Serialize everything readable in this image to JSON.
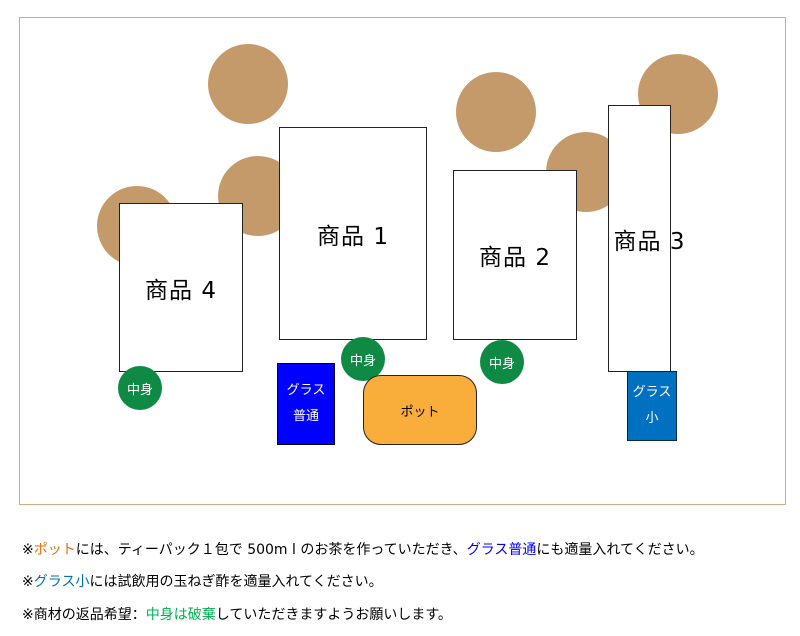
{
  "products": [
    {
      "id": "4",
      "label": "商品 4"
    },
    {
      "id": "1",
      "label": "商品 1"
    },
    {
      "id": "2",
      "label": "商品 2"
    },
    {
      "id": "3",
      "label": "商品 3"
    }
  ],
  "markers": {
    "nakami": "中身",
    "pot": "ポット",
    "glass_normal": {
      "line1": "グラス",
      "line2": "普通"
    },
    "glass_small": {
      "line1": "グラス",
      "line2": "小"
    }
  },
  "colors": {
    "plant": "#c59a6a",
    "nakami": "#0f8a44",
    "glass_normal": "#0000ff",
    "glass_small": "#0070c0",
    "pot": "#f9ad3a",
    "frame": "#d9a886",
    "note_orange": "#e26b0a",
    "note_blue": "#0000ff",
    "note_teal": "#0070c0",
    "note_green": "#00b050"
  },
  "notes": {
    "line1": {
      "prefix": "※",
      "pot": "ポット",
      "mid": "には、ティーパック１包で 500m l のお茶を作っていただき、",
      "glass_normal": "グラス普通",
      "suffix": "にも適量入れてください。"
    },
    "line2": {
      "prefix": "※",
      "glass_small": "グラス小",
      "suffix": "には試飲用の玉ねぎ酢を適量入れてください。"
    },
    "line3": {
      "prefix": "※商材の返品希望：",
      "highlight": "中身は破棄",
      "suffix": "していただきますようお願いします。"
    }
  }
}
